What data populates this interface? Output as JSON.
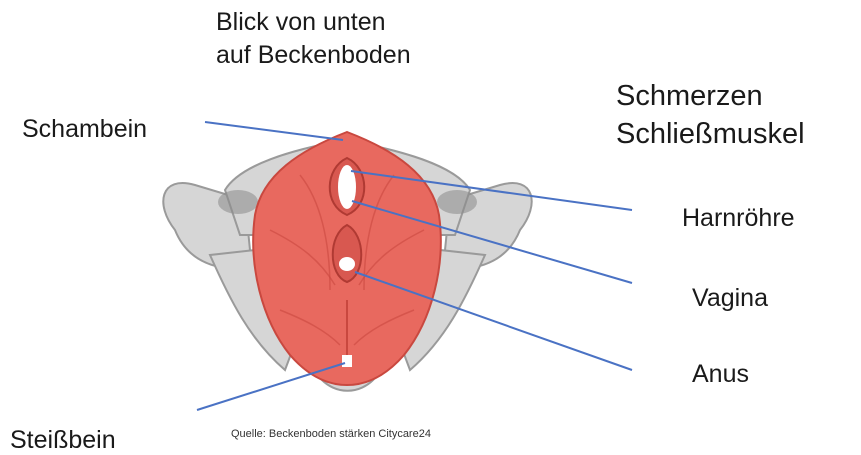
{
  "header": {
    "line1": "Blick von unten",
    "line2": "auf Beckenboden"
  },
  "title": {
    "line1": "Schmerzen",
    "line2": "Schließmuskel"
  },
  "labels": {
    "pubis": "Schambein",
    "urethra": "Harnröhre",
    "vagina": "Vagina",
    "anus": "Anus",
    "coccyx": "Steißbein"
  },
  "source": "Quelle: Beckenboden stärken Citycare24",
  "colors": {
    "muscle": "#e8695f",
    "muscle_dark": "#c9483f",
    "bone": "#d6d6d6",
    "bone_edge": "#9a9a9a",
    "pointer": "#4a72c4"
  }
}
